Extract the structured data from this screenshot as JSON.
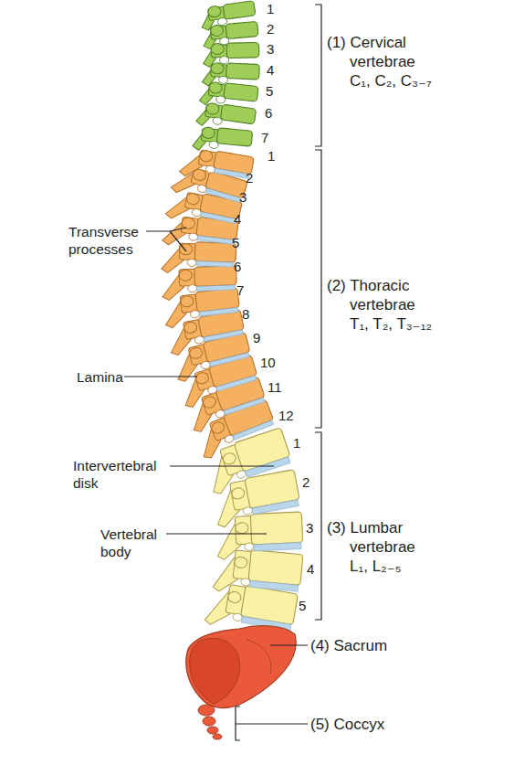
{
  "diagram": {
    "labels": [
      "1",
      "2",
      "3",
      "4",
      "5",
      "6",
      "7",
      "1",
      "2",
      "3",
      "4",
      "5",
      "6",
      "7",
      "8",
      "9",
      "10",
      "11",
      "12",
      "1",
      "2",
      "3",
      "4",
      "5",
      "Transverse processes",
      "Lamina",
      "Intervertebral disk",
      "Vertebral body",
      "(1) Cervical vertebrae C₁, C₂, C₃₋₇",
      "(2) Thoracic vertebrae T₁, T₂, T₃₋₁₂",
      "(3) Lumbar vertebrae L₁, L₂₋₅",
      "(4) Sacrum",
      "(5) Coccyx"
    ]
  }
}
